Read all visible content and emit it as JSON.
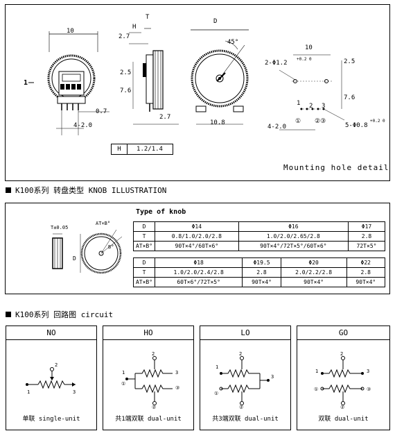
{
  "top_drawing": {
    "front_width": "10",
    "front_height_mark": "1",
    "front_pitch_07": "0.7",
    "front_pins": "4-2.0",
    "side_H": "H",
    "side_T": "T",
    "side_27a": "2.7",
    "side_25": "2.5",
    "side_76": "7.6",
    "side_27b": "2.7",
    "knob_D": "D",
    "knob_angle": "45°",
    "knob_108": "10.8",
    "mount_10": "10",
    "mount_hole": "2-Φ1.2",
    "mount_hole_tol": "+0.2 0",
    "mount_25": "2.5",
    "mount_76": "7.6",
    "mount_pins": "4-2.0",
    "mount_pin_hole": "5-Φ0.8",
    "mount_pin_tol": "+0.2 0",
    "pin_1": "1",
    "pin_2": "2",
    "pin_3": "3",
    "pin_c1": "①",
    "pin_c23": "②③",
    "H_label": "H",
    "H_value": "1.2/1.4",
    "mounting_caption": "Mounting hole detail"
  },
  "section1": {
    "title": "K100系列  转盘类型 KNOB  ILLUSTRATION",
    "diag_T": "T±0.05",
    "diag_AT": "AT×B°",
    "diag_B": "B°",
    "diag_D": "D",
    "table_title": "Type of knob",
    "table1": {
      "rows": [
        [
          "D",
          "Φ14",
          "Φ16",
          "Φ17"
        ],
        [
          "T",
          "0.8/1.0/2.0/2.8",
          "1.0/2.0/2.65/2.8",
          "2.8"
        ],
        [
          "AT×B°",
          "90T×4°/60T×6°",
          "90T×4°/72T×5°/60T×6°",
          "72T×5°"
        ]
      ]
    },
    "table2": {
      "rows": [
        [
          "D",
          "Φ18",
          "Φ19.5",
          "Φ20",
          "Φ22"
        ],
        [
          "T",
          "1.0/2.0/2.4/2.8",
          "2.8",
          "2.0/2.2/2.8",
          "2.8"
        ],
        [
          "AT×B°",
          "60T×6°/72T×5°",
          "90T×4°",
          "90T×4°",
          "90T×4°"
        ]
      ]
    }
  },
  "section2": {
    "title": "K100系列  回路图 circuit",
    "boxes": [
      {
        "title": "NO",
        "caption": "单联 single-unit"
      },
      {
        "title": "HO",
        "caption": "共1端双联 dual-unit"
      },
      {
        "title": "LO",
        "caption": "共3端双联 dual-unit"
      },
      {
        "title": "GO",
        "caption": "双联 dual-unit"
      }
    ],
    "pins": {
      "p1": "1",
      "p2": "2",
      "p3": "3",
      "c1": "①",
      "c2": "②",
      "c3": "③"
    }
  }
}
